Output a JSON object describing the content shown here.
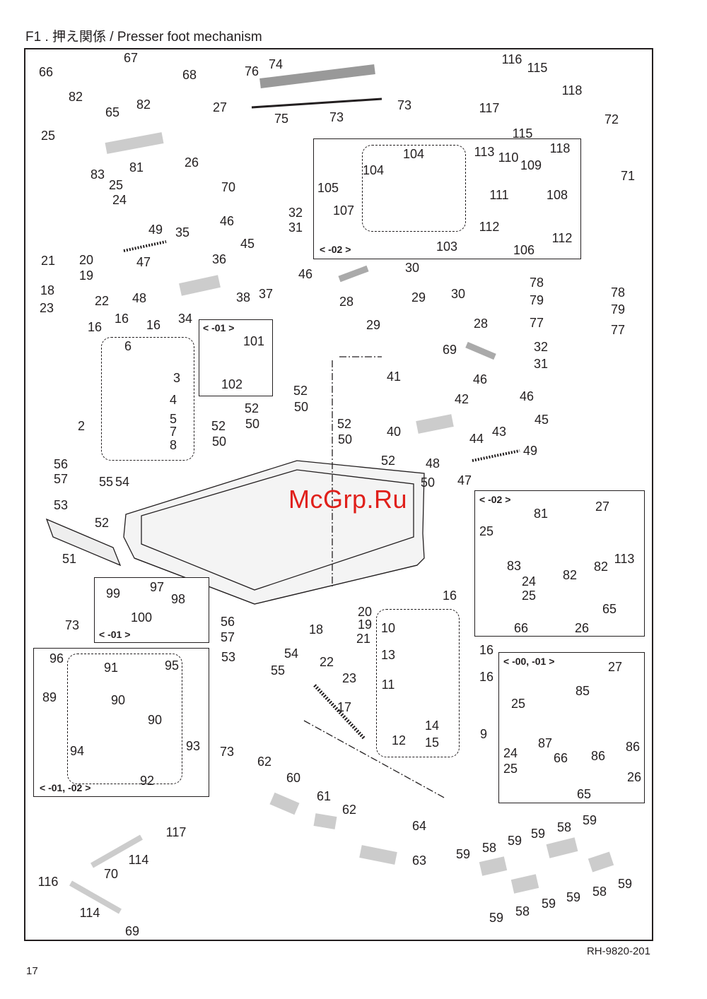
{
  "header": {
    "title": "F1 . 押え関係 / Presser foot mechanism"
  },
  "watermark": "McGrp.Ru",
  "footer": {
    "drawing_code": "RH-9820-201",
    "page_number": "17"
  },
  "variants": {
    "top_02": "< -02 >",
    "mid_01": "< -01 >",
    "right_02": "< -02 >",
    "left_01": "< -01 >",
    "left_01_02": "< -01, -02 >",
    "right_00_01": "< -00, -01 >"
  },
  "part_labels": [
    "66",
    "67",
    "68",
    "82",
    "65",
    "82",
    "27",
    "25",
    "83",
    "81",
    "26",
    "25",
    "24",
    "76",
    "74",
    "75",
    "73",
    "73",
    "116",
    "115",
    "118",
    "117",
    "115",
    "118",
    "72",
    "71",
    "105",
    "107",
    "104",
    "104",
    "113",
    "110",
    "109",
    "108",
    "111",
    "112",
    "112",
    "106",
    "103",
    "70",
    "46",
    "32",
    "31",
    "45",
    "49",
    "35",
    "36",
    "47",
    "48",
    "34",
    "38",
    "37",
    "46",
    "20",
    "21",
    "19",
    "18",
    "22",
    "23",
    "16",
    "16",
    "16",
    "6",
    "3",
    "4",
    "5",
    "2",
    "7",
    "8",
    "101",
    "102",
    "28",
    "30",
    "29",
    "29",
    "30",
    "28",
    "78",
    "79",
    "77",
    "78",
    "79",
    "77",
    "69",
    "32",
    "31",
    "41",
    "46",
    "42",
    "46",
    "45",
    "40",
    "44",
    "43",
    "49",
    "48",
    "47",
    "52",
    "50",
    "52",
    "50",
    "52",
    "50",
    "52",
    "50",
    "52",
    "50",
    "56",
    "57",
    "55",
    "54",
    "53",
    "52",
    "51",
    "81",
    "27",
    "25",
    "83",
    "24",
    "25",
    "82",
    "82",
    "113",
    "65",
    "66",
    "26",
    "99",
    "97",
    "98",
    "100",
    "73",
    "56",
    "57",
    "54",
    "53",
    "55",
    "16",
    "20",
    "19",
    "18",
    "21",
    "10",
    "22",
    "23",
    "13",
    "16",
    "11",
    "16",
    "17",
    "14",
    "12",
    "15",
    "9",
    "27",
    "85",
    "25",
    "87",
    "86",
    "86",
    "24",
    "25",
    "66",
    "65",
    "26",
    "96",
    "91",
    "95",
    "89",
    "90",
    "90",
    "93",
    "94",
    "92",
    "73",
    "62",
    "60",
    "61",
    "62",
    "64",
    "63",
    "117",
    "114",
    "70",
    "116",
    "114",
    "69",
    "59",
    "58",
    "59",
    "59",
    "58",
    "59",
    "59",
    "58",
    "59",
    "59",
    "58",
    "59"
  ]
}
